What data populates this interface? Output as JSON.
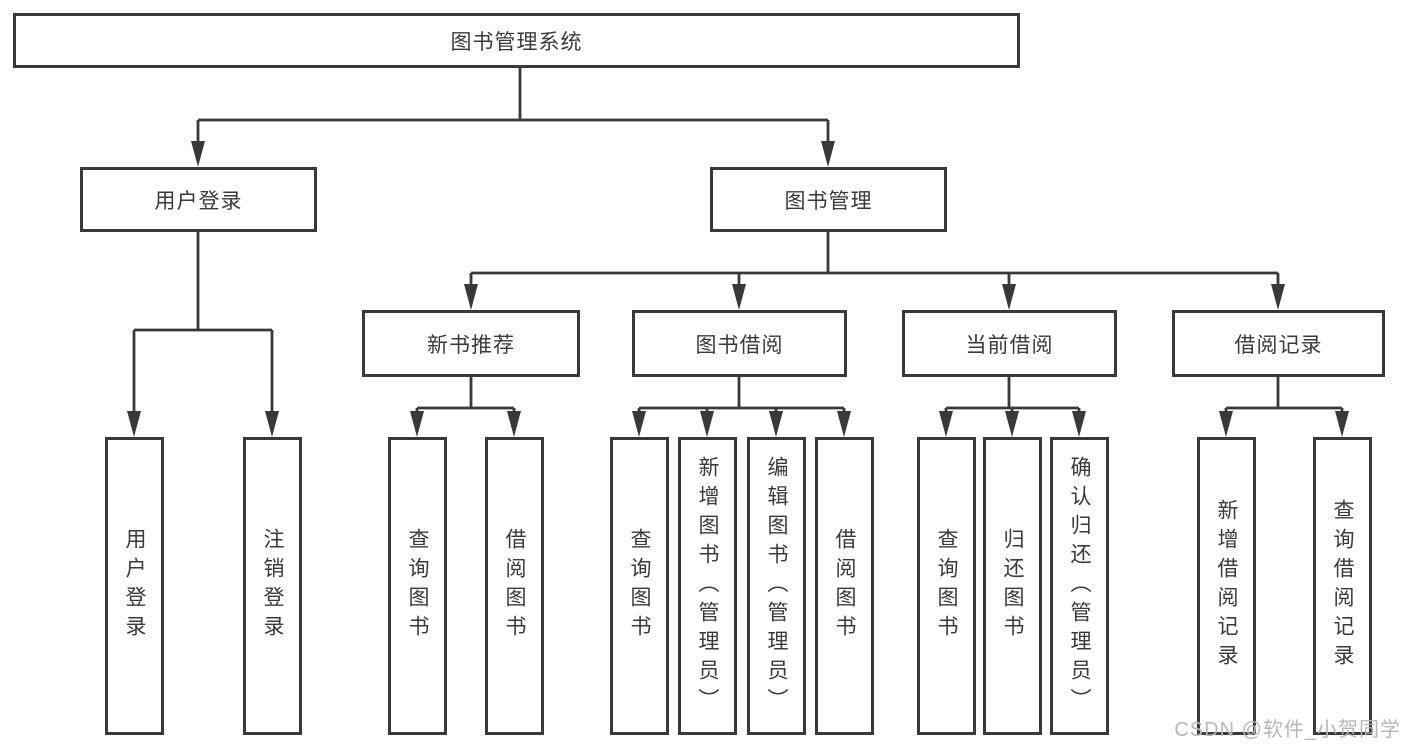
{
  "diagram": {
    "type": "hierarchy-tree",
    "colors": {
      "line": "#39393b",
      "box_border": "#39393b",
      "box_fill": "#ffffff",
      "text": "#3a3a3c",
      "watermark_text": "#b7b7b9",
      "background": "#ffffff"
    },
    "nodes": {
      "root": "图书管理系统",
      "user_login": "用户登录",
      "book_mgmt": "图书管理",
      "ul_login": "用户登录",
      "ul_logout": "注销登录",
      "new_rec": "新书推荐",
      "nr_query": "查询图书",
      "nr_borrow": "借阅图书",
      "bb": "图书借阅",
      "bb_query": "查询图书",
      "bb_add": "新增图书（管理员）",
      "bb_edit": "编辑图书（管理员）",
      "bb_borrow": "借阅图书",
      "cb": "当前借阅",
      "cb_query": "查询图书",
      "cb_return": "归还图书",
      "cb_confirm": "确认归还（管理员）",
      "br": "借阅记录",
      "br_add": "新增借阅记录",
      "br_query": "查询借阅记录"
    },
    "hierarchy": {
      "图书管理系统": {
        "用户登录": [
          "用户登录",
          "注销登录"
        ],
        "图书管理": {
          "新书推荐": [
            "查询图书",
            "借阅图书"
          ],
          "图书借阅": [
            "查询图书",
            "新增图书（管理员）",
            "编辑图书（管理员）",
            "借阅图书"
          ],
          "当前借阅": [
            "查询图书",
            "归还图书",
            "确认归还（管理员）"
          ],
          "借阅记录": [
            "新增借阅记录",
            "查询借阅记录"
          ]
        }
      }
    },
    "watermark": "CSDN @软件_小贺同学"
  }
}
